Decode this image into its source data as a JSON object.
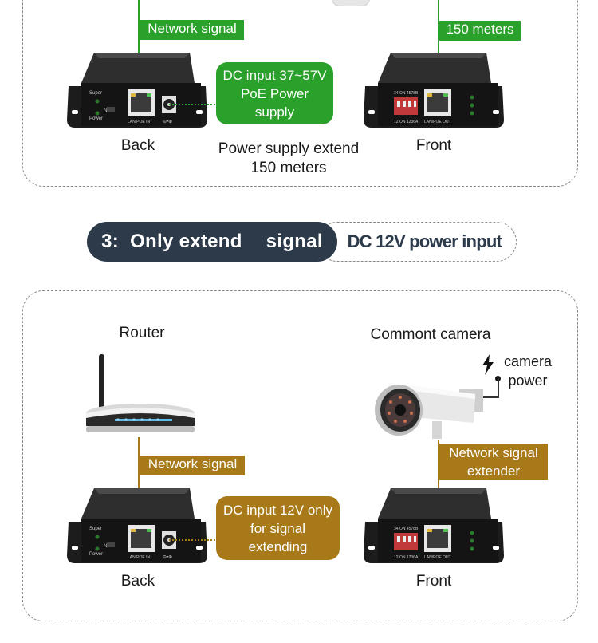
{
  "colors": {
    "green": "#2aa12a",
    "gold": "#a77918",
    "banner_dark": "#2c3a4a",
    "device": "#1c1c1c"
  },
  "section2": {
    "left_tag": "Network signal",
    "right_tag": "150 meters",
    "bubble": [
      "DC input 37~57V",
      "PoE Power",
      "supply"
    ],
    "back_label": "Back",
    "front_label": "Front",
    "caption": [
      "Power supply extend",
      "150 meters"
    ]
  },
  "banner": {
    "number": "3:",
    "text_a": "Only extend",
    "text_b": "signal",
    "right": "DC 12V power input"
  },
  "section3": {
    "router_label": "Router",
    "camera_label": "Commont camera",
    "camera_power": [
      "camera",
      "power"
    ],
    "left_tag": "Network signal",
    "right_tag": [
      "Network signal",
      "extender"
    ],
    "bubble": [
      "DC input 12V only",
      "for signal",
      "extending"
    ],
    "back_label": "Back",
    "front_label": "Front"
  },
  "device_text": {
    "super": "Super",
    "power": "Power",
    "n": "N",
    "lan_in": "LAN/POE IN",
    "lan_out": "LAN/POE OUT",
    "dip_top": "34 ON 4578B",
    "dip_bottom": "12 ON 1236A",
    "dc": "⊖•⊕"
  },
  "icons": [
    "lightning-bolt-icon",
    "wifi-router-icon",
    "cctv-camera-icon",
    "rj45-port-icon",
    "dc-jack-icon"
  ]
}
